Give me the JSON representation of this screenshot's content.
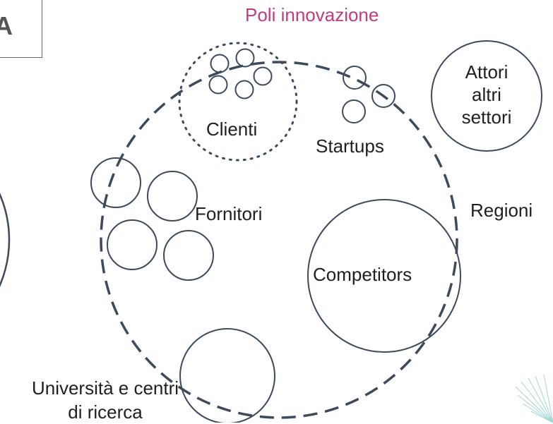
{
  "tab": {
    "letter": "A"
  },
  "labels": {
    "poli": "Poli innovazione",
    "clienti": "Clienti",
    "startups": "Startups",
    "attori_1": "Attori",
    "attori_2": "altri",
    "attori_3": "settori",
    "fornitori": "Fornitori",
    "regioni": "Regioni",
    "competitors": "Competitors",
    "universita_1": "Università e centri",
    "universita_2": "di ricerca"
  },
  "colors": {
    "stroke": "#3d4a5c",
    "accent": "#c23b7d",
    "text": "#1f1f1f",
    "decor": "#9fd8d2"
  }
}
